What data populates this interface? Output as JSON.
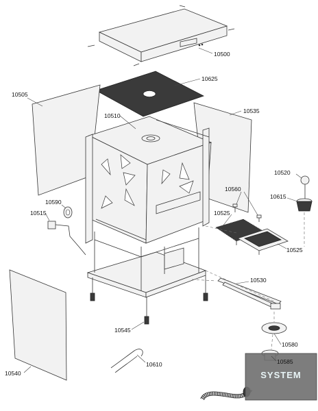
{
  "parts": [
    {
      "id": "10500",
      "label": "10500"
    },
    {
      "id": "10625",
      "label": "10625"
    },
    {
      "id": "10505",
      "label": "10505"
    },
    {
      "id": "10510",
      "label": "10510"
    },
    {
      "id": "10535",
      "label": "10535"
    },
    {
      "id": "10520",
      "label": "10520"
    },
    {
      "id": "10560",
      "label": "10560"
    },
    {
      "id": "10615",
      "label": "10615"
    },
    {
      "id": "10590",
      "label": "10590"
    },
    {
      "id": "10515",
      "label": "10515"
    },
    {
      "id": "10525a",
      "label": "10525"
    },
    {
      "id": "10525b",
      "label": "10525"
    },
    {
      "id": "10530",
      "label": "10530"
    },
    {
      "id": "10545",
      "label": "10545"
    },
    {
      "id": "10580",
      "label": "10580"
    },
    {
      "id": "10585",
      "label": "10585"
    },
    {
      "id": "10610",
      "label": "10610"
    },
    {
      "id": "10540",
      "label": "10540"
    }
  ],
  "watermark": {
    "text": "SYSTEM"
  }
}
